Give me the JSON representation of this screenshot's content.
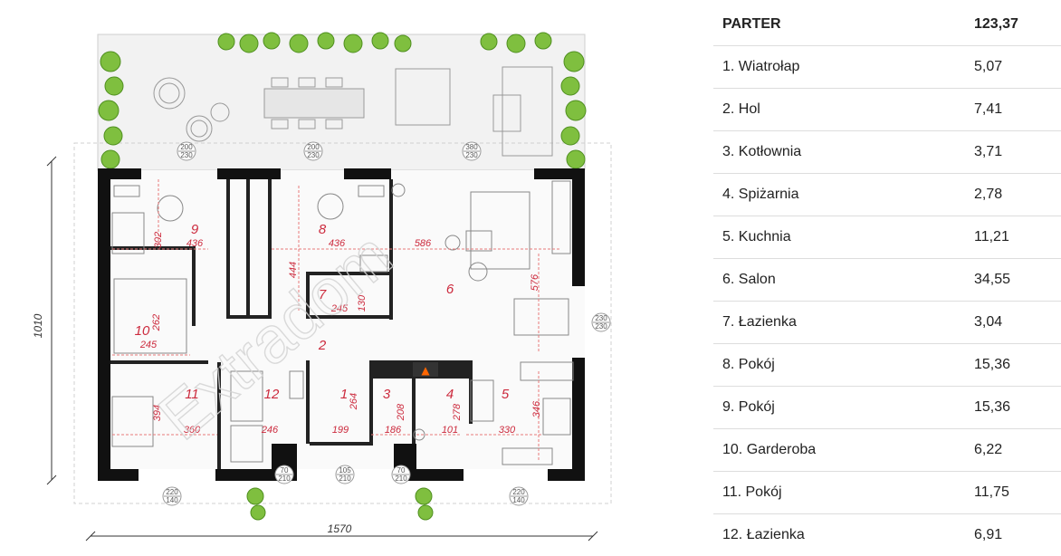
{
  "plan": {
    "rooms": [
      {
        "num": "9",
        "w": "436",
        "h": "302"
      },
      {
        "num": "8",
        "w": "436",
        "h": "444"
      },
      {
        "num": "6",
        "w": "586",
        "h": "576"
      },
      {
        "num": "7",
        "w": "245",
        "h": "130"
      },
      {
        "num": "10",
        "w": "245",
        "h": "262"
      },
      {
        "num": "2",
        "w": "",
        "h": ""
      },
      {
        "num": "11",
        "w": "360",
        "h": "394"
      },
      {
        "num": "12",
        "w": "246",
        "h": ""
      },
      {
        "num": "1",
        "w": "199",
        "h": "264"
      },
      {
        "num": "3",
        "w": "186",
        "h": "208"
      },
      {
        "num": "4",
        "w": "101",
        "h": "278"
      },
      {
        "num": "5",
        "w": "330",
        "h": "346"
      }
    ],
    "windows": [
      {
        "top": "200",
        "bottom": "230"
      },
      {
        "top": "200",
        "bottom": "230"
      },
      {
        "top": "380",
        "bottom": "230"
      },
      {
        "top": "230",
        "bottom": "230"
      },
      {
        "top": "220",
        "bottom": "140"
      },
      {
        "top": "70",
        "bottom": "210"
      },
      {
        "top": "105",
        "bottom": "210"
      },
      {
        "top": "70",
        "bottom": "210"
      },
      {
        "top": "220",
        "bottom": "140"
      }
    ],
    "dim_width": "1570",
    "dim_height": "1010",
    "watermark": "Extradom"
  },
  "table": {
    "header": {
      "name": "PARTER",
      "value": "123,37"
    },
    "rows": [
      {
        "name": "1. Wiatrołap",
        "value": "5,07"
      },
      {
        "name": "2. Hol",
        "value": "7,41"
      },
      {
        "name": "3. Kotłownia",
        "value": "3,71"
      },
      {
        "name": "4. Spiżarnia",
        "value": "2,78"
      },
      {
        "name": "5. Kuchnia",
        "value": "11,21"
      },
      {
        "name": "6. Salon",
        "value": "34,55"
      },
      {
        "name": "7. Łazienka",
        "value": "3,04"
      },
      {
        "name": "8. Pokój",
        "value": "15,36"
      },
      {
        "name": "9. Pokój",
        "value": "15,36"
      },
      {
        "name": "10. Garderoba",
        "value": "6,22"
      },
      {
        "name": "11. Pokój",
        "value": "11,75"
      },
      {
        "name": "12. Łazienka",
        "value": "6,91"
      }
    ]
  }
}
